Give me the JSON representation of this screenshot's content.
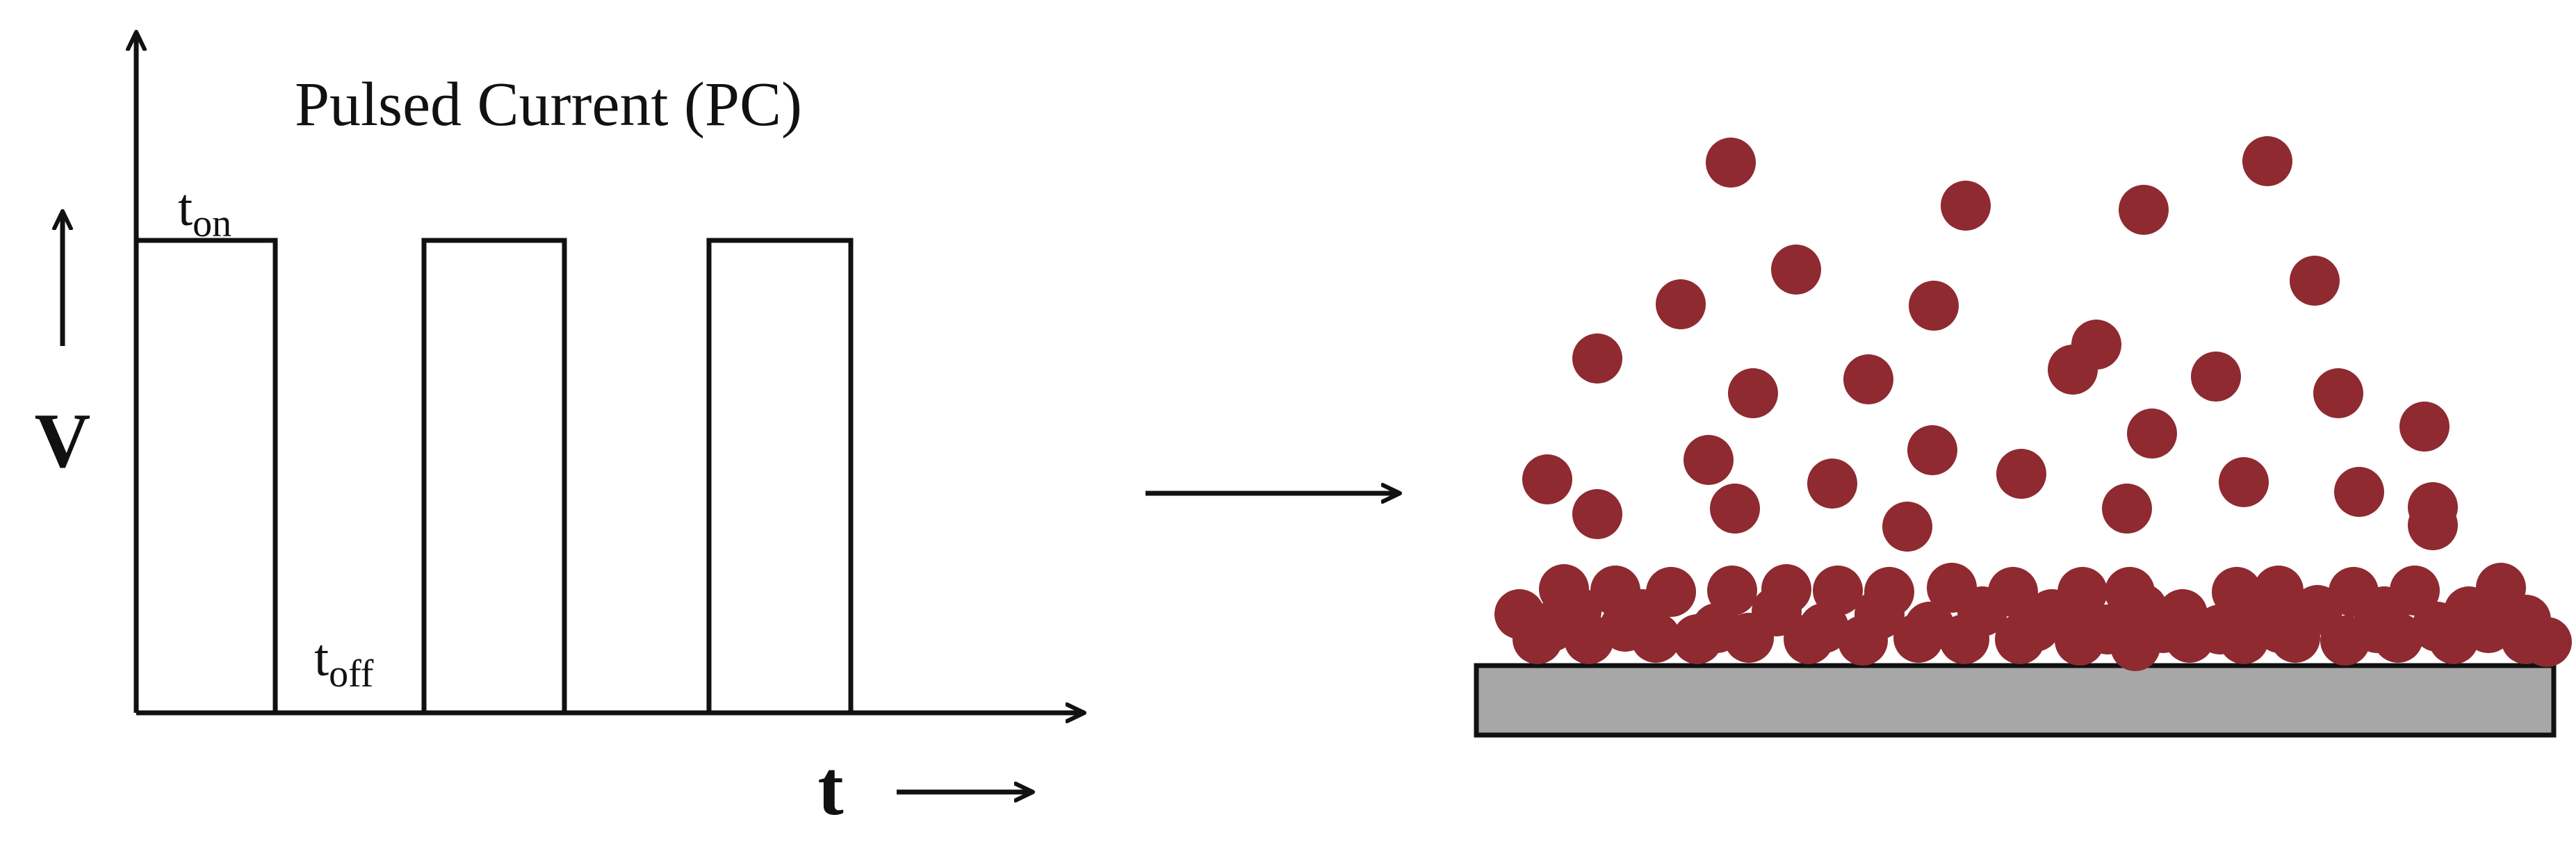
{
  "colors": {
    "line": "#111111",
    "particle": "#8e2a30",
    "substrate": "#a7a7a7"
  },
  "labels": {
    "title": "Pulsed Current (PC)",
    "y_symbol": "V",
    "x_symbol": "t",
    "t_on_base": "t",
    "t_on_sub": "on",
    "t_off_base": "t",
    "t_off_sub": "off"
  },
  "waveform": {
    "type": "square pulse",
    "pulse_count": 3
  },
  "deposition": {
    "particle_count": 99
  }
}
